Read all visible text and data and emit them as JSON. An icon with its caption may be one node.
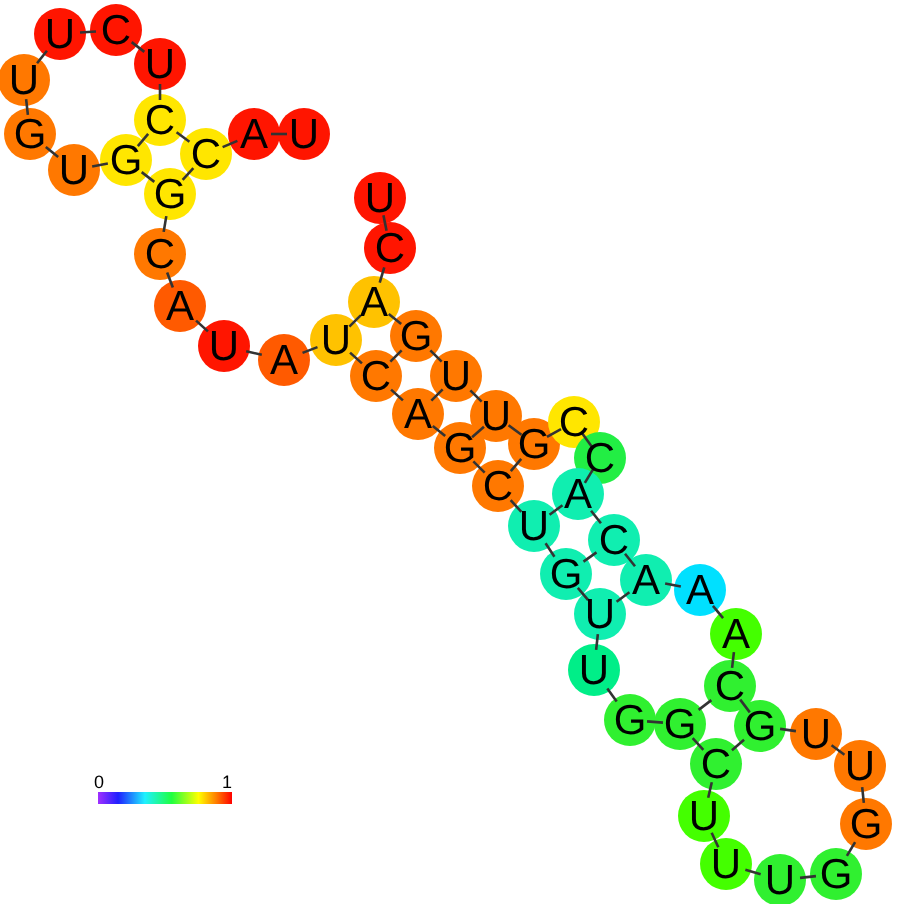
{
  "diagram": {
    "nodes": [
      {
        "text": [
          "U"
        ]
      },
      {
        "text": [
          "C"
        ]
      },
      {
        "text": [
          "A"
        ]
      },
      {
        "text": [
          "G"
        ]
      },
      {
        "text": [
          "U"
        ]
      },
      {
        "text": [
          "U"
        ]
      },
      {
        "text": [
          "G"
        ]
      },
      {
        "text": [
          "C"
        ]
      },
      {
        "text": [
          "C"
        ]
      },
      {
        "text": [
          "A"
        ]
      },
      {
        "text": [
          "C"
        ]
      },
      {
        "text": [
          "A"
        ]
      },
      {
        "text": [
          "A"
        ]
      },
      {
        "text": [
          "A"
        ]
      },
      {
        "text": [
          "C"
        ]
      },
      {
        "text": [
          "G"
        ]
      },
      {
        "text": [
          "U"
        ]
      },
      {
        "text": [
          "U"
        ]
      },
      {
        "text": [
          "G"
        ]
      },
      {
        "text": [
          "G"
        ]
      },
      {
        "text": [
          "U"
        ]
      },
      {
        "text": [
          "U"
        ]
      },
      {
        "text": [
          "U"
        ]
      },
      {
        "text": [
          "C"
        ]
      },
      {
        "text": [
          "G"
        ]
      },
      {
        "text": [
          "G"
        ]
      },
      {
        "text": [
          "U"
        ]
      },
      {
        "text": [
          "U"
        ]
      },
      {
        "text": [
          "G"
        ]
      },
      {
        "text": [
          "U"
        ]
      },
      {
        "text": [
          "C"
        ]
      },
      {
        "text": [
          "G"
        ]
      },
      {
        "text": [
          "A"
        ]
      },
      {
        "text": [
          "C"
        ]
      },
      {
        "text": [
          "U"
        ]
      },
      {
        "text": [
          "A"
        ]
      },
      {
        "text": [
          "U"
        ]
      },
      {
        "text": [
          "A"
        ]
      },
      {
        "text": [
          "C"
        ]
      },
      {
        "text": [
          "G"
        ]
      },
      {
        "text": [
          "G"
        ]
      },
      {
        "text": [
          "U"
        ]
      },
      {
        "text": [
          "G"
        ]
      },
      {
        "text": [
          "U"
        ]
      },
      {
        "text": [
          "U"
        ]
      },
      {
        "text": [
          "C"
        ]
      },
      {
        "text": [
          "U"
        ]
      },
      {
        "text": [
          "C"
        ]
      },
      {
        "text": [
          "C"
        ]
      },
      {
        "text": [
          "A"
        ]
      },
      {
        "text": [
          "U"
        ]
      }
    ],
    "edges": [
      {
        "from": 0,
        "to": 1,
        "arrow": "none"
      },
      {
        "from": 1,
        "to": 2,
        "arrow": "none"
      },
      {
        "from": 2,
        "to": 3,
        "arrow": "none"
      },
      {
        "from": 3,
        "to": 4,
        "arrow": "none"
      },
      {
        "from": 4,
        "to": 5,
        "arrow": "none"
      },
      {
        "from": 5,
        "to": 6,
        "arrow": "none"
      },
      {
        "from": 6,
        "to": 7,
        "arrow": "none"
      },
      {
        "from": 7,
        "to": 8,
        "arrow": "none"
      },
      {
        "from": 8,
        "to": 9,
        "arrow": "none"
      },
      {
        "from": 9,
        "to": 10,
        "arrow": "none"
      },
      {
        "from": 10,
        "to": 11,
        "arrow": "none"
      },
      {
        "from": 11,
        "to": 12,
        "arrow": "none"
      },
      {
        "from": 12,
        "to": 13,
        "arrow": "none"
      },
      {
        "from": 13,
        "to": 14,
        "arrow": "none"
      },
      {
        "from": 14,
        "to": 15,
        "arrow": "none"
      },
      {
        "from": 15,
        "to": 16,
        "arrow": "none"
      },
      {
        "from": 16,
        "to": 17,
        "arrow": "none"
      },
      {
        "from": 17,
        "to": 18,
        "arrow": "none"
      },
      {
        "from": 18,
        "to": 19,
        "arrow": "none"
      },
      {
        "from": 19,
        "to": 20,
        "arrow": "none"
      },
      {
        "from": 20,
        "to": 21,
        "arrow": "none"
      },
      {
        "from": 21,
        "to": 22,
        "arrow": "none"
      },
      {
        "from": 22,
        "to": 23,
        "arrow": "none"
      },
      {
        "from": 23,
        "to": 24,
        "arrow": "none"
      },
      {
        "from": 24,
        "to": 25,
        "arrow": "none"
      },
      {
        "from": 25,
        "to": 26,
        "arrow": "none"
      },
      {
        "from": 26,
        "to": 27,
        "arrow": "none"
      },
      {
        "from": 27,
        "to": 28,
        "arrow": "none"
      },
      {
        "from": 28,
        "to": 29,
        "arrow": "none"
      },
      {
        "from": 29,
        "to": 30,
        "arrow": "none"
      },
      {
        "from": 30,
        "to": 31,
        "arrow": "none"
      },
      {
        "from": 31,
        "to": 32,
        "arrow": "none"
      },
      {
        "from": 32,
        "to": 33,
        "arrow": "none"
      },
      {
        "from": 33,
        "to": 34,
        "arrow": "none"
      },
      {
        "from": 34,
        "to": 35,
        "arrow": "none"
      },
      {
        "from": 35,
        "to": 36,
        "arrow": "none"
      },
      {
        "from": 36,
        "to": 37,
        "arrow": "none"
      },
      {
        "from": 37,
        "to": 38,
        "arrow": "none"
      },
      {
        "from": 38,
        "to": 39,
        "arrow": "none"
      },
      {
        "from": 39,
        "to": 40,
        "arrow": "none"
      },
      {
        "from": 40,
        "to": 41,
        "arrow": "none"
      },
      {
        "from": 41,
        "to": 42,
        "arrow": "none"
      },
      {
        "from": 42,
        "to": 43,
        "arrow": "none"
      },
      {
        "from": 43,
        "to": 44,
        "arrow": "none"
      },
      {
        "from": 44,
        "to": 45,
        "arrow": "none"
      },
      {
        "from": 45,
        "to": 46,
        "arrow": "none"
      },
      {
        "from": 46,
        "to": 47,
        "arrow": "none"
      },
      {
        "from": 47,
        "to": 48,
        "arrow": "none"
      },
      {
        "from": 48,
        "to": 49,
        "arrow": "none"
      },
      {
        "from": 49,
        "to": 50,
        "arrow": "none"
      },
      {
        "from": 40,
        "to": 47,
        "arrow": "none"
      },
      {
        "from": 39,
        "to": 48,
        "arrow": "none"
      },
      {
        "from": 2,
        "to": 34,
        "arrow": "none"
      },
      {
        "from": 3,
        "to": 33,
        "arrow": "none"
      },
      {
        "from": 4,
        "to": 32,
        "arrow": "none"
      },
      {
        "from": 5,
        "to": 31,
        "arrow": "none"
      },
      {
        "from": 6,
        "to": 30,
        "arrow": "none"
      },
      {
        "from": 9,
        "to": 29,
        "arrow": "none"
      },
      {
        "from": 10,
        "to": 28,
        "arrow": "none"
      },
      {
        "from": 11,
        "to": 27,
        "arrow": "none"
      },
      {
        "from": 14,
        "to": 24,
        "arrow": "none"
      },
      {
        "from": 15,
        "to": 23,
        "arrow": "none"
      }
    ],
    "labels": [
      "0",
      "1"
    ]
  }
}
